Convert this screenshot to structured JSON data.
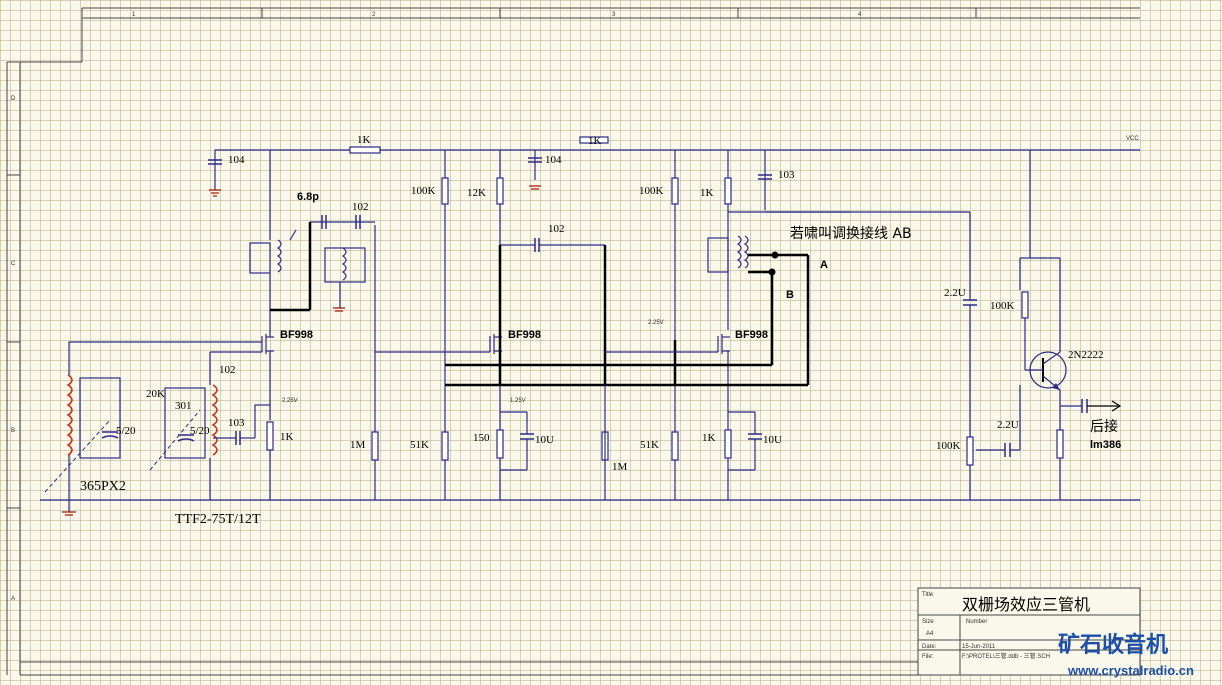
{
  "sheet": {
    "column_numbers": [
      "1",
      "2",
      "3",
      "4"
    ],
    "row_letters": [
      "D",
      "C",
      "B",
      "A"
    ],
    "supply_label": "VCC"
  },
  "labels": {
    "top_cap": "104",
    "r_top_1": "1K",
    "cap_104_mid": "104",
    "r_top_2": "1K",
    "cap_103_top": "103",
    "cap_68p": "6.8p",
    "cap_102_a": "102",
    "r_100k_1": "100K",
    "r_12k": "12K",
    "cap_102_b": "102",
    "r_100k_2": "100K",
    "r_1k_2": "1K",
    "note_swap_ab": "若啸叫调换接线 AB",
    "point_a": "A",
    "point_b": "B",
    "fet1": "BF998",
    "fet2": "BF998",
    "fet3": "BF998",
    "v_225": "2.25V",
    "v_225b": "2.25V",
    "v_125": "1.25V",
    "cap_20k": "20K",
    "cap_301": "301",
    "cap_102_c": "102",
    "cap_103_b": "103",
    "var_cap_1": "5/20",
    "var_cap_2": "5/20",
    "r_1k_3": "1K",
    "r_1m_1": "1M",
    "r_51k_1": "51K",
    "r_150": "150",
    "cap_10u_1": "10U",
    "r_1m_2": "1M",
    "r_51k_2": "51K",
    "r_1k_4": "1K",
    "cap_10u_2": "10U",
    "cap_22u_1": "2.2U",
    "r_100k_3": "100K",
    "transistor": "2N2222",
    "cap_22u_2": "2.2U",
    "pot_100k": "100K",
    "output_label": "后接",
    "output_chip": "lm386",
    "tuning_cap": "365PX2",
    "coil_spec": "TTF2-75T/12T"
  },
  "title_block": {
    "title_field": "Title",
    "title": "双栅场效应三管机",
    "size_field": "Size",
    "size_value": "A4",
    "number_field": "Number",
    "date_field": "Date:",
    "date_value": "15-Jun-2011",
    "file_field": "File:",
    "file_value": "F:\\PROTEL\\三管.ddb - 三管.SCH"
  },
  "watermark": {
    "name": "矿石收音机",
    "url": "www.crystalradio.cn"
  }
}
